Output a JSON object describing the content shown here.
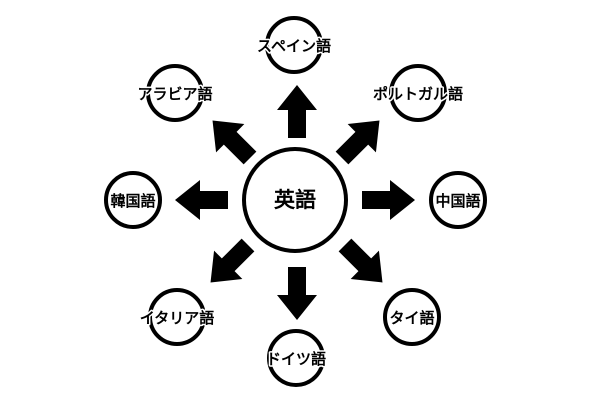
{
  "center": {
    "label": "英語"
  },
  "nodes": [
    {
      "id": "spanish",
      "label": "スペイン語"
    },
    {
      "id": "portuguese",
      "label": "ポルトガル語"
    },
    {
      "id": "chinese",
      "label": "中国語"
    },
    {
      "id": "thai",
      "label": "タイ語"
    },
    {
      "id": "german",
      "label": "ドイツ語"
    },
    {
      "id": "italian",
      "label": "イタリア語"
    },
    {
      "id": "korean",
      "label": "韓国語"
    },
    {
      "id": "arabic",
      "label": "アラビア語"
    }
  ],
  "colors": {
    "stroke": "#000000",
    "background": "#ffffff"
  }
}
